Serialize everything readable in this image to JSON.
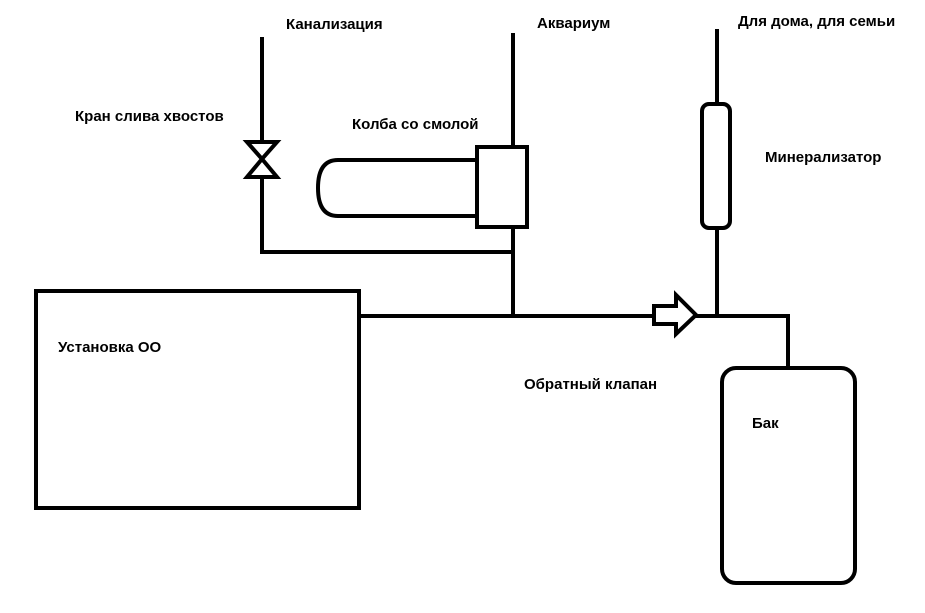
{
  "labels": {
    "sewer": "Канализация",
    "aquarium": "Аквариум",
    "home": "Для дома, для семьи",
    "drain_valve": "Кран слива хвостов",
    "resin_flask": "Колба со смолой",
    "mineralizer": "Минерализатор",
    "ro_unit": "Установка ОО",
    "check_valve": "Обратный клапан",
    "tank": "Бак"
  }
}
